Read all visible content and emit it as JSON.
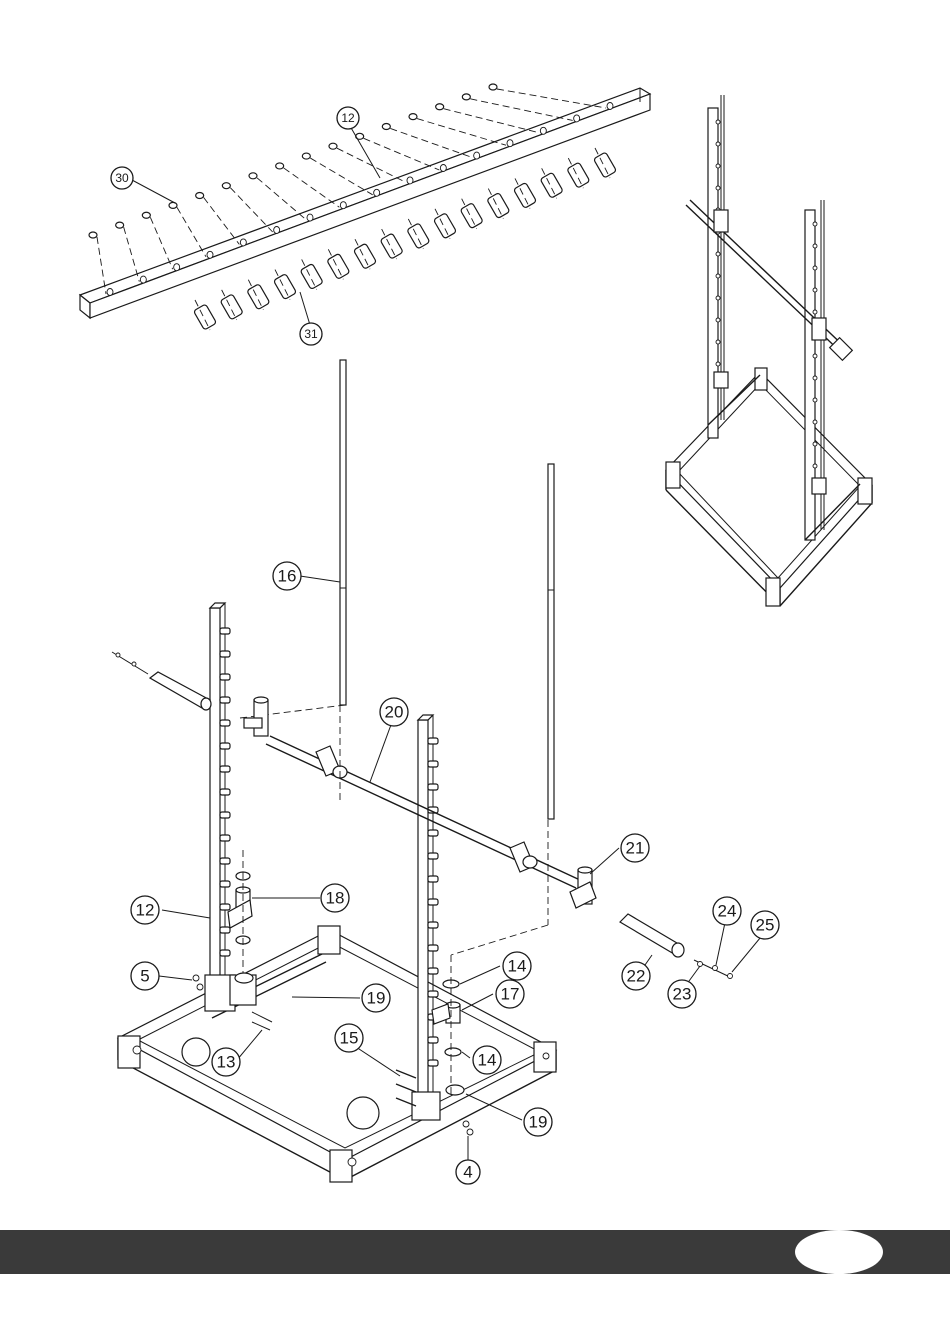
{
  "callouts": {
    "c30": "30",
    "c12a": "12",
    "c31": "31",
    "c16": "16",
    "c20": "20",
    "c21": "21",
    "c18": "18",
    "c12b": "12",
    "c5": "5",
    "c19a": "19",
    "c13": "13",
    "c14a": "14",
    "c17": "17",
    "c14b": "14",
    "c15": "15",
    "c19b": "19",
    "c4": "4",
    "c22": "22",
    "c23": "23",
    "c24": "24",
    "c25": "25"
  },
  "footer": {
    "page_number": ""
  }
}
